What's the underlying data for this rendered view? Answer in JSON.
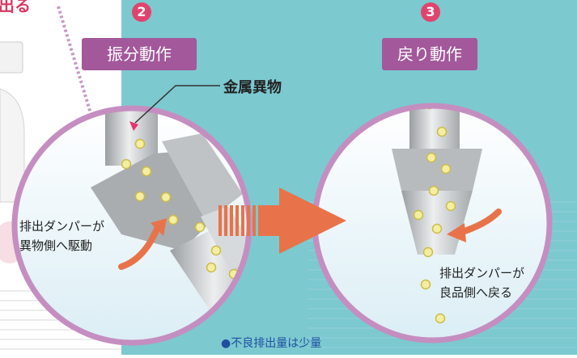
{
  "top_left_fragment": "出る",
  "step2": {
    "number": "2",
    "label": "振分動作"
  },
  "step3": {
    "number": "3",
    "label": "戻り動作"
  },
  "callout_metal": "金属異物",
  "left_note": {
    "line1": "排出ダンパーが",
    "line2": "異物側へ駆動"
  },
  "right_note": {
    "line1": "排出ダンパーが",
    "line2": "良品側へ戻る"
  },
  "bottom_note": "●不良排出量は少量",
  "colors": {
    "teal_bg": "#7cc9d0",
    "label_purple": "#a2589a",
    "ring_pink": "#c58ec0",
    "badge_red": "#e0446e",
    "arrow_orange": "#e8734a",
    "particle_yellow": "#f3eea0",
    "metal_pink": "#e8336d"
  },
  "icons": [
    "big-arrow-icon",
    "curved-arrow-left-icon",
    "curved-arrow-right-icon",
    "metal-particle-icon"
  ]
}
